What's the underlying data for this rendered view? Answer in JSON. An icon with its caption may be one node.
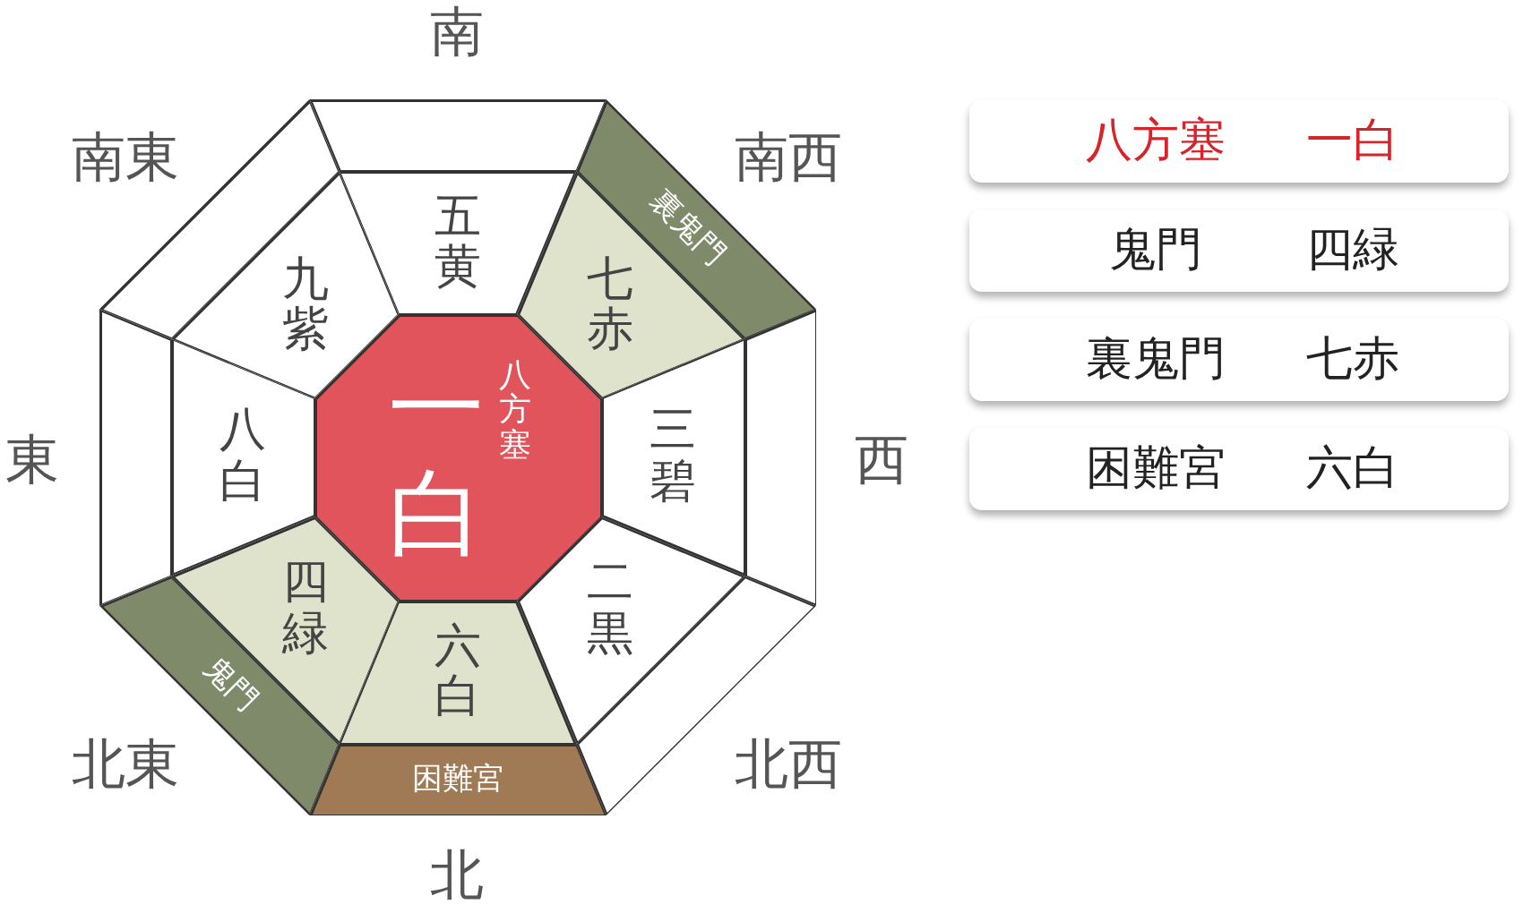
{
  "diagram": {
    "nodes": [
      {
        "text": [
          "一白",
          "八方塞"
        ]
      },
      {
        "text": [
          "五黄"
        ]
      },
      {
        "text": [
          "七赤"
        ]
      },
      {
        "text": [
          "三碧"
        ]
      },
      {
        "text": [
          "二黒"
        ]
      },
      {
        "text": [
          "六白"
        ]
      },
      {
        "text": [
          "四緑"
        ]
      },
      {
        "text": [
          "八白"
        ]
      },
      {
        "text": [
          "九紫"
        ]
      },
      {
        "text": [],
        "shape": "band"
      },
      {
        "text": [
          "裏鬼門"
        ]
      },
      {
        "text": [],
        "shape": "band"
      },
      {
        "text": [],
        "shape": "band"
      },
      {
        "text": [
          "困難宮"
        ]
      },
      {
        "text": [
          "鬼門"
        ]
      },
      {
        "text": [],
        "shape": "band"
      },
      {
        "text": [],
        "shape": "band"
      },
      {
        "text": [
          "八方塞",
          "一白"
        ]
      },
      {
        "text": [
          "鬼門",
          "四緑"
        ]
      },
      {
        "text": [
          "裏鬼門",
          "七赤"
        ]
      },
      {
        "text": [
          "困難宮",
          "六白"
        ]
      }
    ],
    "edges": [],
    "labels": [
      "南",
      "南東",
      "南西",
      "東",
      "西",
      "北東",
      "北西",
      "北"
    ]
  }
}
